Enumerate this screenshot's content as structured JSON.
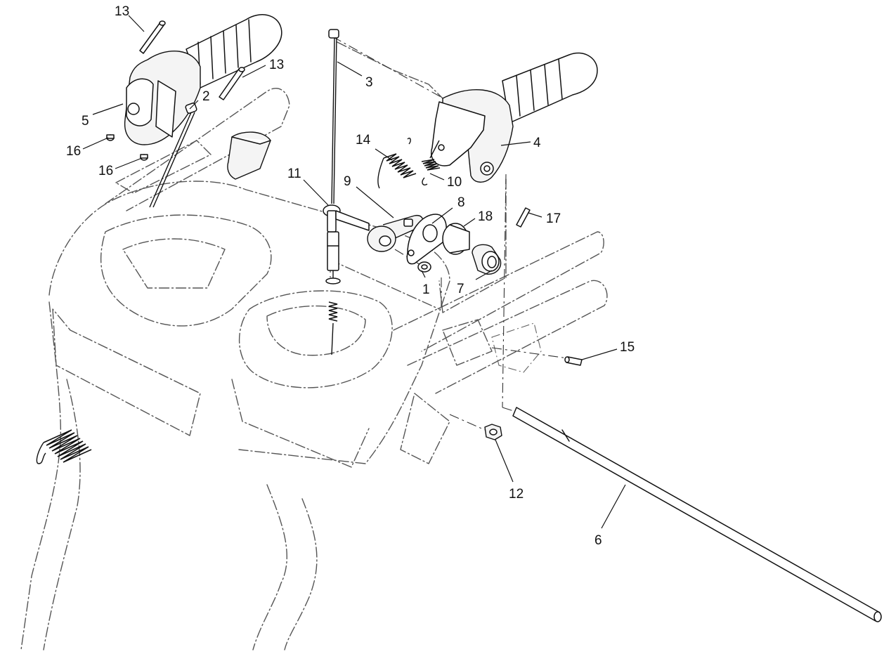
{
  "callouts": [
    {
      "id": "c1",
      "text": "1"
    },
    {
      "id": "c2",
      "text": "2"
    },
    {
      "id": "c3",
      "text": "3"
    },
    {
      "id": "c4",
      "text": "4"
    },
    {
      "id": "c5",
      "text": "5"
    },
    {
      "id": "c6",
      "text": "6"
    },
    {
      "id": "c7",
      "text": "7"
    },
    {
      "id": "c8",
      "text": "8"
    },
    {
      "id": "c9",
      "text": "9"
    },
    {
      "id": "c10",
      "text": "10"
    },
    {
      "id": "c11",
      "text": "11"
    },
    {
      "id": "c12",
      "text": "12"
    },
    {
      "id": "c13a",
      "text": "13"
    },
    {
      "id": "c13b",
      "text": "13"
    },
    {
      "id": "c14",
      "text": "14"
    },
    {
      "id": "c15",
      "text": "15"
    },
    {
      "id": "c16a",
      "text": "16"
    },
    {
      "id": "c16b",
      "text": "16"
    },
    {
      "id": "c17",
      "text": "17"
    },
    {
      "id": "c18",
      "text": "18"
    }
  ]
}
